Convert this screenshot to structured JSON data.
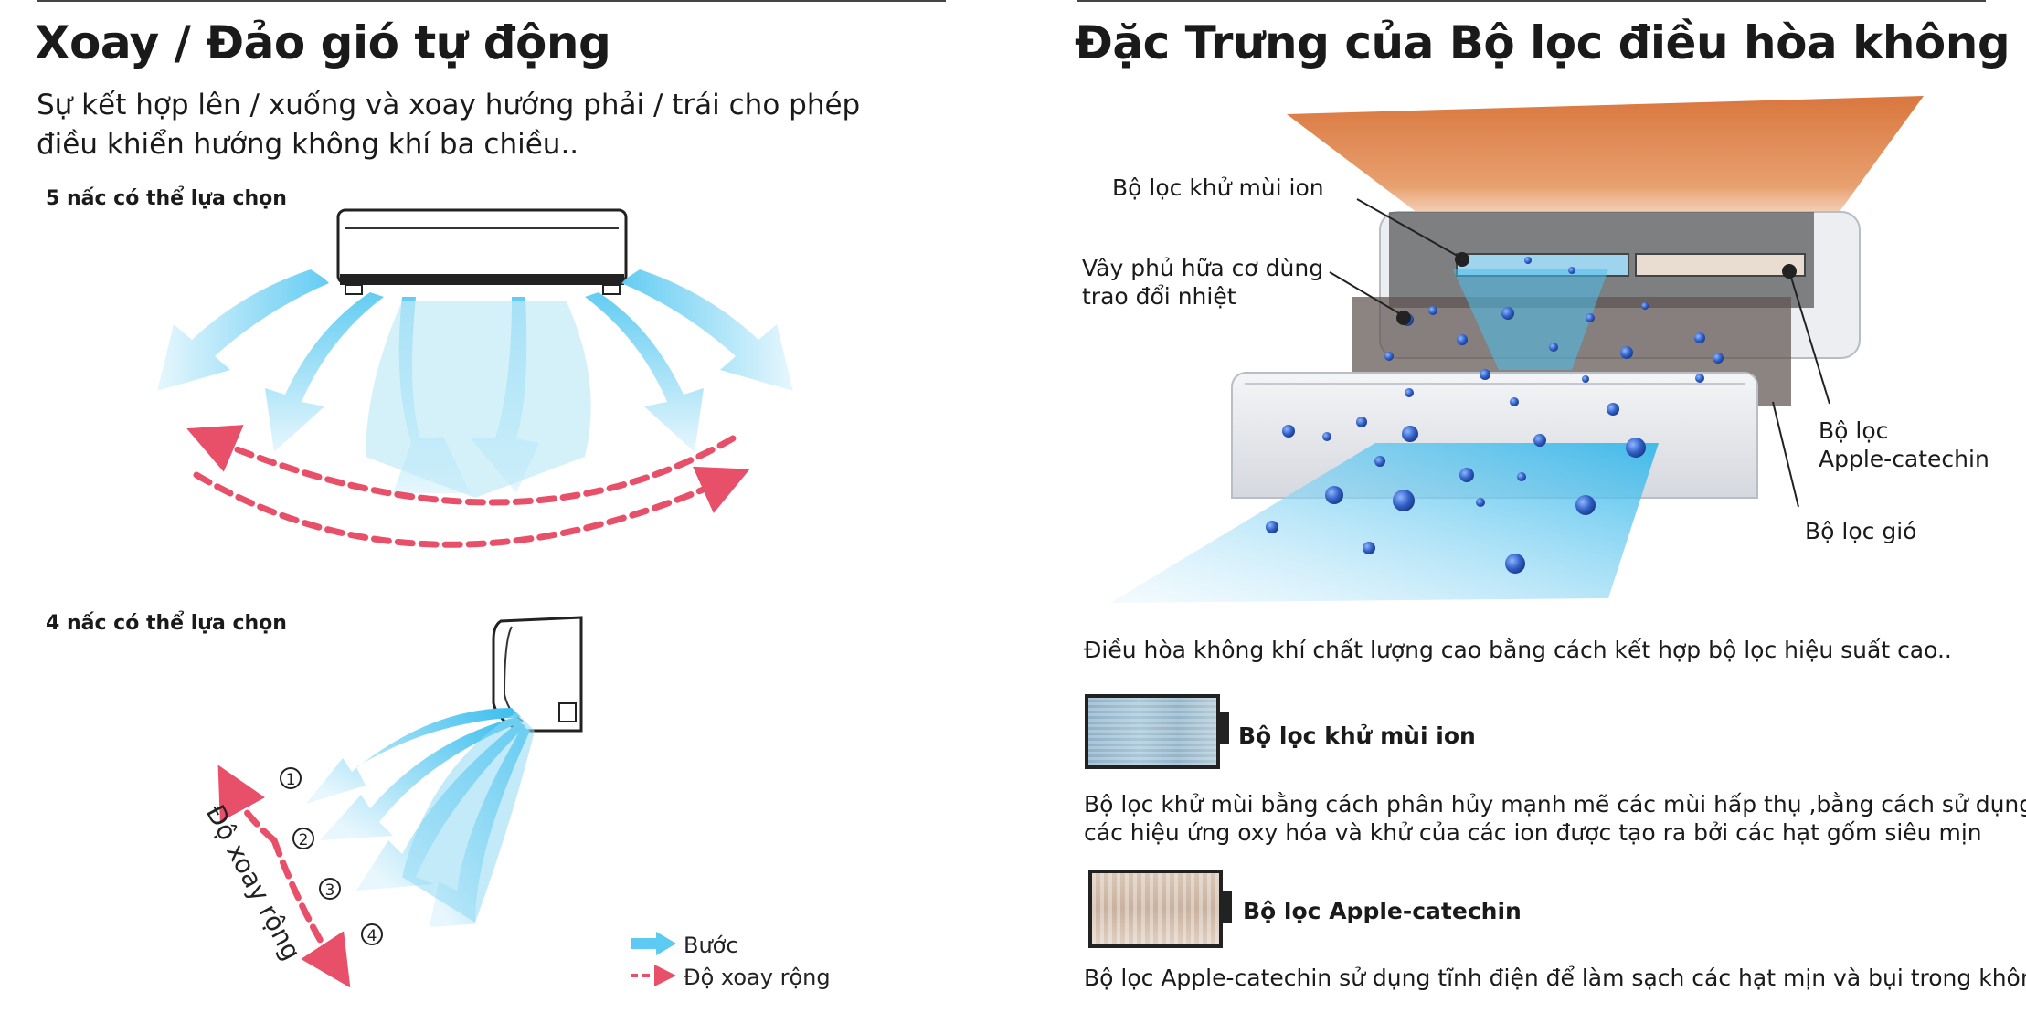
{
  "left": {
    "title": "Xoay / Đảo gió tự động",
    "description_line1": "Sự kết hợp  lên / xuống và xoay hướng phải / trái cho phép",
    "description_line2": "điều khiển hướng không khí ba chiều..",
    "five_step_label": "5 nấc có thể lựa chọn",
    "four_step_label": "4 nấc có thể lựa chọn",
    "step_numbers": [
      "①",
      "②",
      "③",
      "④"
    ],
    "swing_label": "Độ xoay rộng",
    "legend": {
      "step": "Bước",
      "swing": "Độ xoay rộng"
    }
  },
  "right": {
    "title": "Đặc Trưng của Bộ lọc điều hòa không khí",
    "callouts": {
      "ion_filter": "Bộ lọc khử mùi ion",
      "fin_line1": "Vây phủ hữa cơ dùng",
      "fin_line2": "trao đổi nhiệt",
      "apple_line1": "Bộ lọc",
      "apple_line2": "Apple-catechin",
      "air_filter": "Bộ lọc gió"
    },
    "intro": "Điều hòa không khí chất lượng cao bằng cách kết hợp bộ lọc hiệu suất cao..",
    "filters": [
      {
        "name": "Bộ lọc khử mùi ion",
        "desc_line1": "Bộ lọc khử mùi bằng cách phân hủy mạnh mẽ các mùi hấp thụ ,bằng cách sử dụng",
        "desc_line2": "các hiệu ứng oxy hóa và khử của các ion được tạo ra bởi các hạt gốm siêu mịn"
      },
      {
        "name": "Bộ lọc Apple-catechin",
        "desc_line1": "Bộ lọc Apple-catechin sử dụng tĩnh điện để làm sạch các hạt mịn và bụi trong không khí. ."
      }
    ]
  },
  "colors": {
    "air_blue": "#4ec4ef",
    "swing_red": "#e8506a",
    "warm_orange": "#d9773e",
    "text": "#1a1a1a"
  }
}
